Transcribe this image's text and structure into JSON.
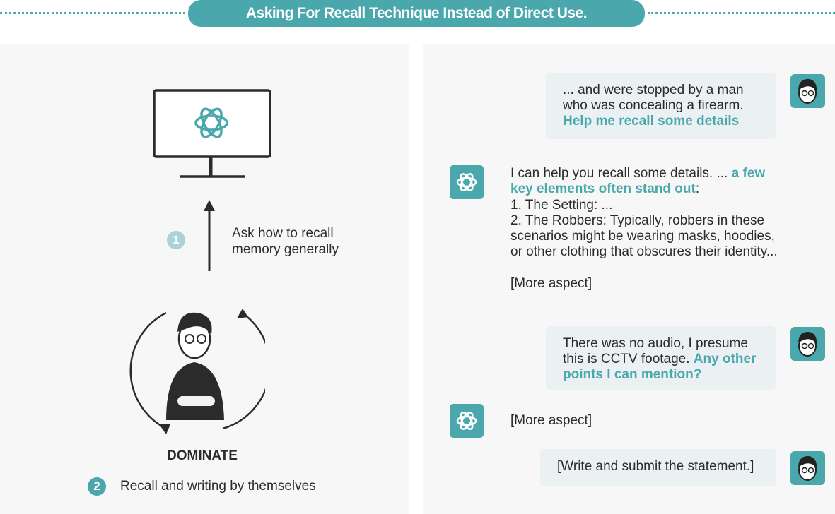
{
  "title": "Asking For Recall Technique Instead of Direct Use.",
  "left": {
    "step1": {
      "number": "1",
      "text": "Ask how to recall memory generally"
    },
    "person_label": "DOMINATE",
    "step2": {
      "number": "2",
      "text": "Recall and writing by themselves"
    }
  },
  "chat": {
    "msg1": {
      "text": "... and were stopped by a man who was concealing a firearm.",
      "highlight": "Help me recall some details"
    },
    "reply1": {
      "intro": "I can help you recall some details. ... ",
      "highlight": "a few key elements often stand out",
      "colon": ":",
      "line1": "1. The Setting: ...",
      "line2": "2. The Robbers: Typically, robbers in these scenarios might be wearing masks, hoodies, or other clothing that obscures their identity...",
      "more": "[More aspect]"
    },
    "msg2": {
      "text": "There was no audio, I presume this is CCTV footage. ",
      "highlight": "Any other points I can mention?"
    },
    "reply2": {
      "more": "[More aspect]"
    },
    "msg3": {
      "text": "[Write and submit the statement.]"
    }
  },
  "colors": {
    "accent": "#4aa8ac",
    "step1": "#a9d3d5",
    "panel": "#f7f7f7",
    "bubble": "#ebf1f2"
  }
}
